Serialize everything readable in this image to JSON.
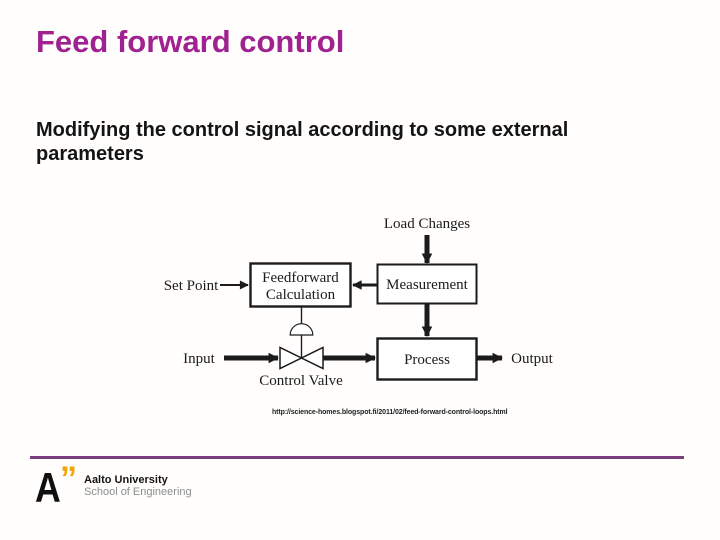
{
  "slide": {
    "title": "Feed forward control",
    "body": "Modifying the control signal according to some external parameters",
    "source_url": "http://science-homes.blogspot.fi/2011/02/feed-forward-control-loops.html"
  },
  "diagram": {
    "load_changes": "Load Changes",
    "set_point": "Set Point",
    "feedforward_line1": "Feedforward",
    "feedforward_line2": "Calculation",
    "measurement": "Measurement",
    "input": "Input",
    "control_valve": "Control Valve",
    "process": "Process",
    "output": "Output"
  },
  "footer": {
    "logo_letter": "A",
    "logo_quotes": "”",
    "university": "Aalto University",
    "school": "School of Engineering"
  },
  "colors": {
    "title": "#A02190",
    "rule": "#7B3E7D",
    "logo_accent": "#F1A50A",
    "diagram_ink": "#1B1B1B"
  }
}
